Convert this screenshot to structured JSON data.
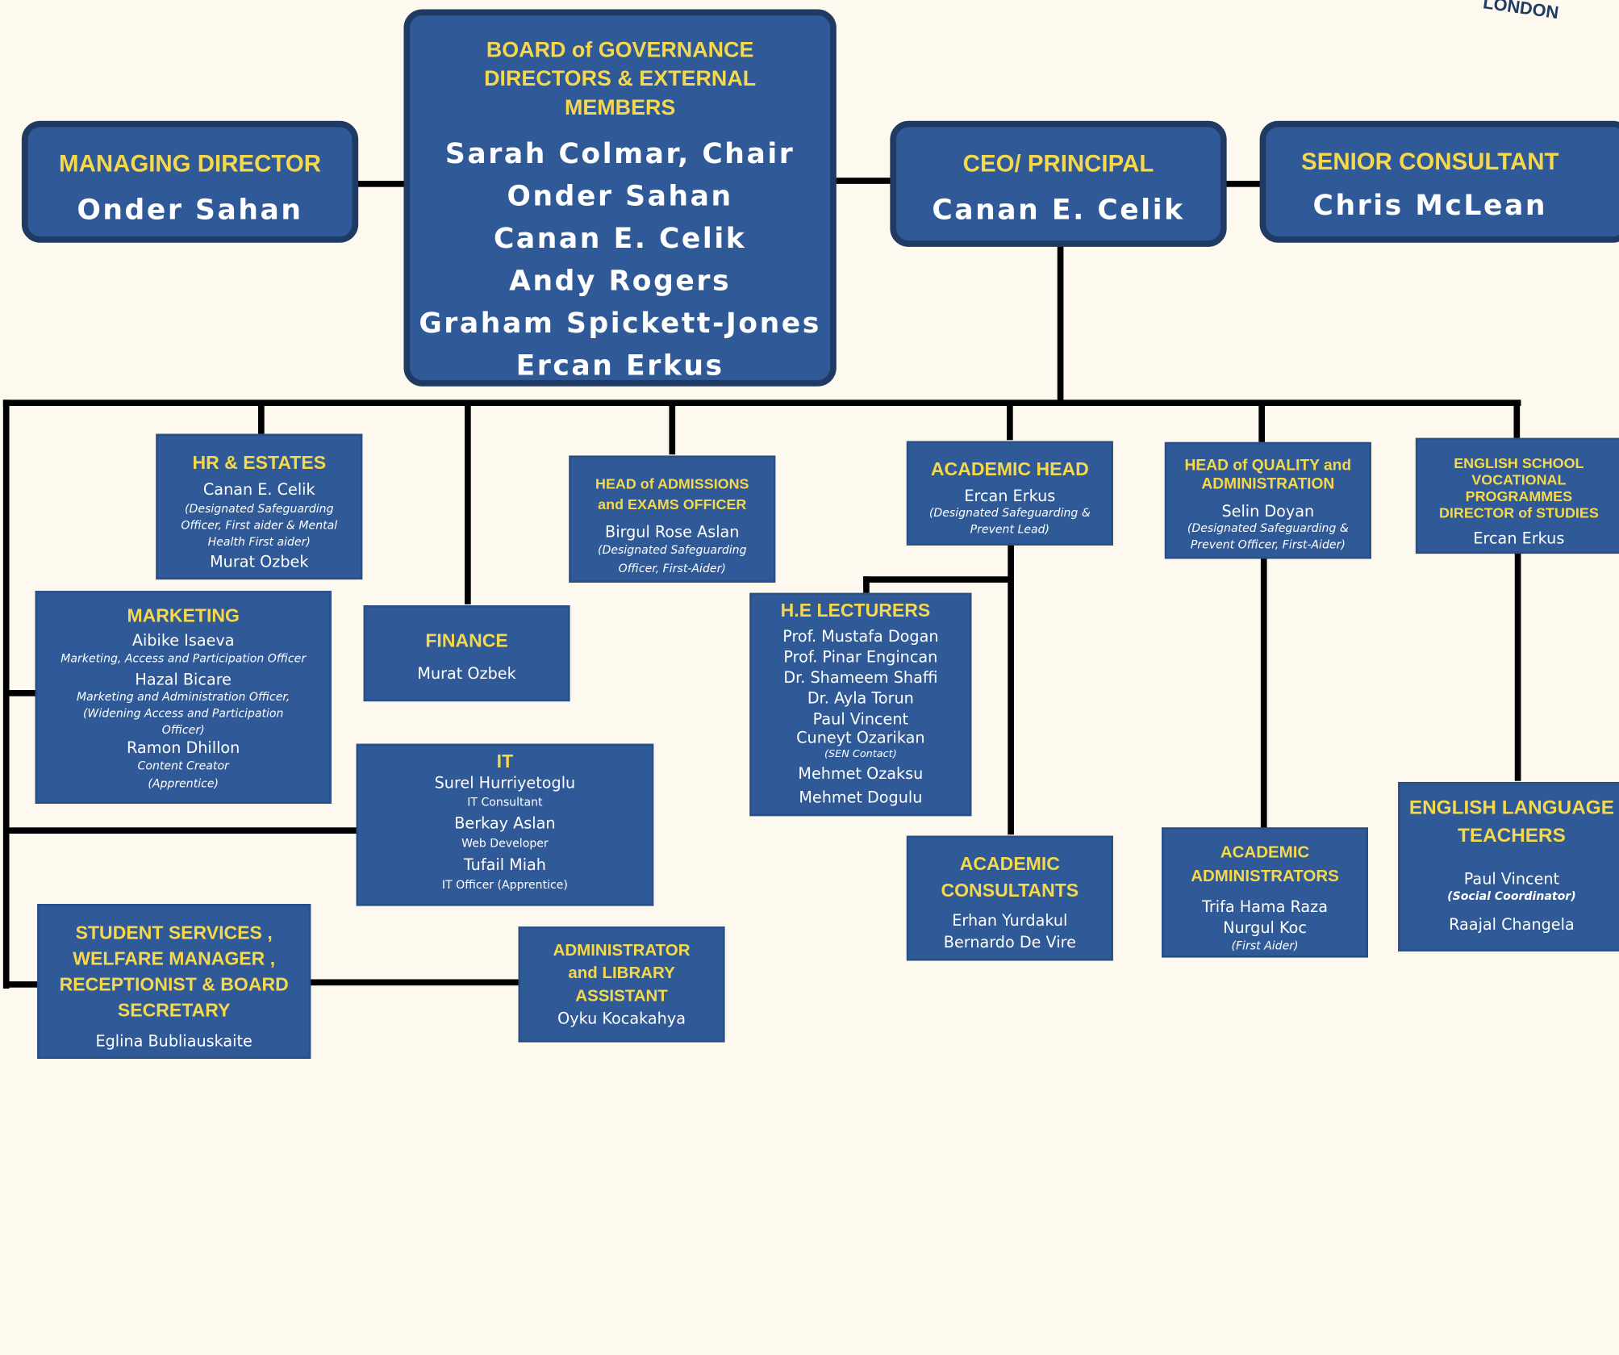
{
  "seal": {
    "text": "LONDON"
  },
  "colors": {
    "box": "#2f5997",
    "heading": "#f5d84b",
    "text": "#ffffff",
    "background": "#fdf9ee"
  },
  "managing_director": {
    "title": "MANAGING DIRECTOR",
    "name": "Onder Sahan"
  },
  "board": {
    "title_1": "BOARD of GOVERNANCE",
    "title_2": "DIRECTORS & EXTERNAL",
    "title_3": "MEMBERS",
    "members": [
      "Sarah Colmar, Chair",
      "Onder Sahan",
      "Canan E. Celik",
      "Andy Rogers",
      "Graham Spickett-Jones",
      "Ercan Erkus"
    ]
  },
  "ceo": {
    "title": "CEO/ PRINCIPAL",
    "name": "Canan E. Celik"
  },
  "senior_consultant": {
    "title": "SENIOR CONSULTANT",
    "name": "Chris McLean"
  },
  "hr": {
    "title": "HR & ESTATES",
    "name": "Canan E. Celik",
    "role_1": "(Designated Safeguarding",
    "role_2": "Officer, First aider & Mental",
    "role_3": "Health First aider)",
    "name_2": "Murat Ozbek"
  },
  "admissions": {
    "title_1": "HEAD of ADMISSIONS",
    "title_2": "and EXAMS OFFICER",
    "name": "Birgul Rose Aslan",
    "role_1": "(Designated Safeguarding",
    "role_2": "Officer, First-Aider)"
  },
  "academic_head": {
    "title": "ACADEMIC HEAD",
    "name": "Ercan Erkus",
    "role_1": "(Designated Safeguarding &",
    "role_2": "Prevent Lead)"
  },
  "quality": {
    "title_1": "HEAD of QUALITY and",
    "title_2": "ADMINISTRATION",
    "name": "Selin Doyan",
    "role_1": "(Designated Safeguarding &",
    "role_2": "Prevent Officer, First-Aider)"
  },
  "english_school": {
    "title_1": "ENGLISH SCHOOL",
    "title_2": "VOCATIONAL",
    "title_3": "PROGRAMMES",
    "title_4": "DIRECTOR of STUDIES",
    "name": "Ercan Erkus"
  },
  "marketing": {
    "title": "MARKETING",
    "name_1": "Aibike Isaeva",
    "role_1": "Marketing, Access and Participation Officer",
    "name_2": "Hazal Bicare",
    "role_2a": "Marketing and Administration Officer,",
    "role_2b": "(Widening Access and Participation",
    "role_2c": "Officer)",
    "name_3": "Ramon Dhillon",
    "role_3a": "Content Creator",
    "role_3b": "(Apprentice)"
  },
  "finance": {
    "title": "FINANCE",
    "name": "Murat Ozbek"
  },
  "lecturers": {
    "title": "H.E LECTURERS",
    "names": [
      "Prof. Mustafa Dogan",
      "Prof. Pinar Engincan",
      "Dr. Shameem Shaffi",
      "Dr. Ayla Torun",
      "Paul Vincent",
      "Cuneyt Ozarikan"
    ],
    "sen": "(SEN Contact)",
    "names_2": [
      "Mehmet Ozaksu",
      "Mehmet Dogulu"
    ]
  },
  "it": {
    "title": "IT",
    "name_1": "Surel Hurriyetoglu",
    "role_1": "IT Consultant",
    "name_2": "Berkay Aslan",
    "role_2": "Web Developer",
    "name_3": "Tufail Miah",
    "role_3": "IT Officer (Apprentice)"
  },
  "consultants": {
    "title_1": "ACADEMIC",
    "title_2": "CONSULTANTS",
    "name_1": "Erhan Yurdakul",
    "name_2": "Bernardo De Vire"
  },
  "administrators": {
    "title_1": "ACADEMIC",
    "title_2": "ADMINISTRATORS",
    "name_1": "Trifa Hama Raza",
    "name_2": "Nurgul Koc",
    "role": "(First Aider)"
  },
  "teachers": {
    "title_1": "ENGLISH LANGUAGE",
    "title_2": "TEACHERS",
    "name_1": "Paul Vincent",
    "role_1": "(Social Coordinator)",
    "name_2": "Raajal Changela"
  },
  "student_services": {
    "title_1": "STUDENT SERVICES ,",
    "title_2": "WELFARE MANAGER ,",
    "title_3": "RECEPTIONIST & BOARD",
    "title_4": "SECRETARY",
    "name": "Eglina Bubliauskaite"
  },
  "library": {
    "title_1": "ADMINISTRATOR",
    "title_2": "and LIBRARY",
    "title_3": "ASSISTANT",
    "name": "Oyku Kocakahya"
  }
}
